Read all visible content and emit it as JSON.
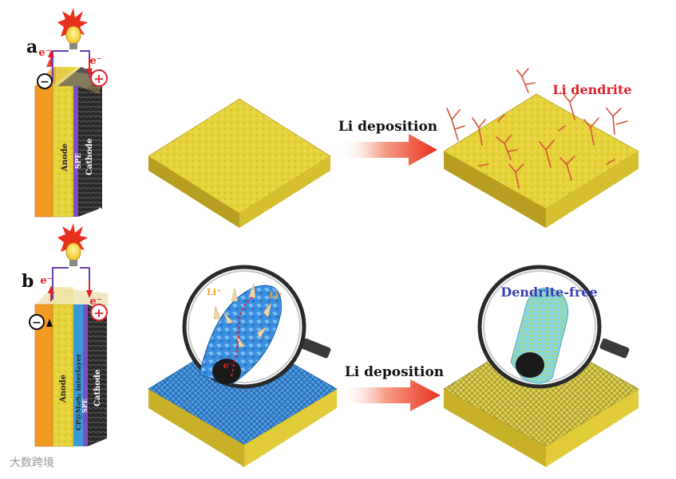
{
  "panels": {
    "a": {
      "letter": "a",
      "battery_layers": [
        "Anode",
        "SPE",
        "Cathode"
      ],
      "electron_left": "e⁻",
      "electron_right": "e⁻",
      "minus": "−",
      "plus": "+",
      "process": "Li deposition",
      "result_label": "Li dendrite"
    },
    "b": {
      "letter": "b",
      "battery_layers": [
        "Anode",
        "CP@MoS₂ interlayer",
        "SPE",
        "Cathode"
      ],
      "electron_left": "e⁻",
      "electron_right": "e⁻",
      "minus": "−",
      "plus": "+",
      "process": "Li deposition",
      "ion_left": "Li⁺",
      "ion_right": "Li⁺",
      "electron_in_lens": "e⁻",
      "result_label": "Dendrite-free"
    }
  },
  "watermark": "大数跨境",
  "colors": {
    "gold": "#e6d23a",
    "gold_dark": "#a9921a",
    "anode_orange": "#f39a22",
    "spe_purple": "#7b4fc4",
    "interlayer_blue": "#3a9ad9",
    "mesh_blue": "#3f8fd8",
    "dendrite_red": "#d9533a",
    "label_red": "#e0212b",
    "label_blue": "#3b3fb5"
  }
}
